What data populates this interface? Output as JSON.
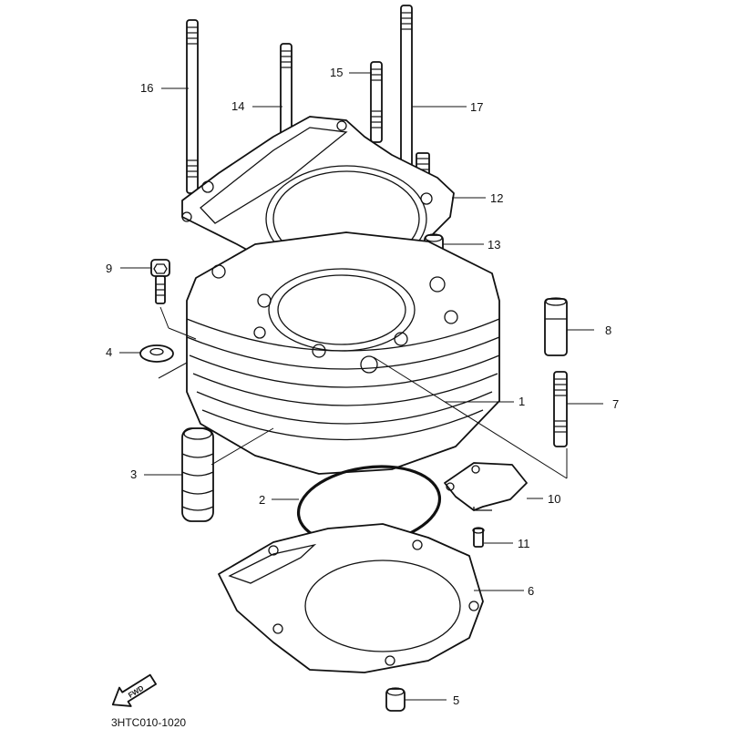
{
  "diagram": {
    "part_numbers": [
      "1",
      "2",
      "3",
      "4",
      "5",
      "6",
      "7",
      "8",
      "9",
      "10",
      "11",
      "12",
      "13",
      "14",
      "15",
      "16",
      "17"
    ],
    "arrow_text": "FWD",
    "drawing_code": "3HTC010-1020",
    "ink_color": "#111111",
    "background_color": "#ffffff"
  }
}
